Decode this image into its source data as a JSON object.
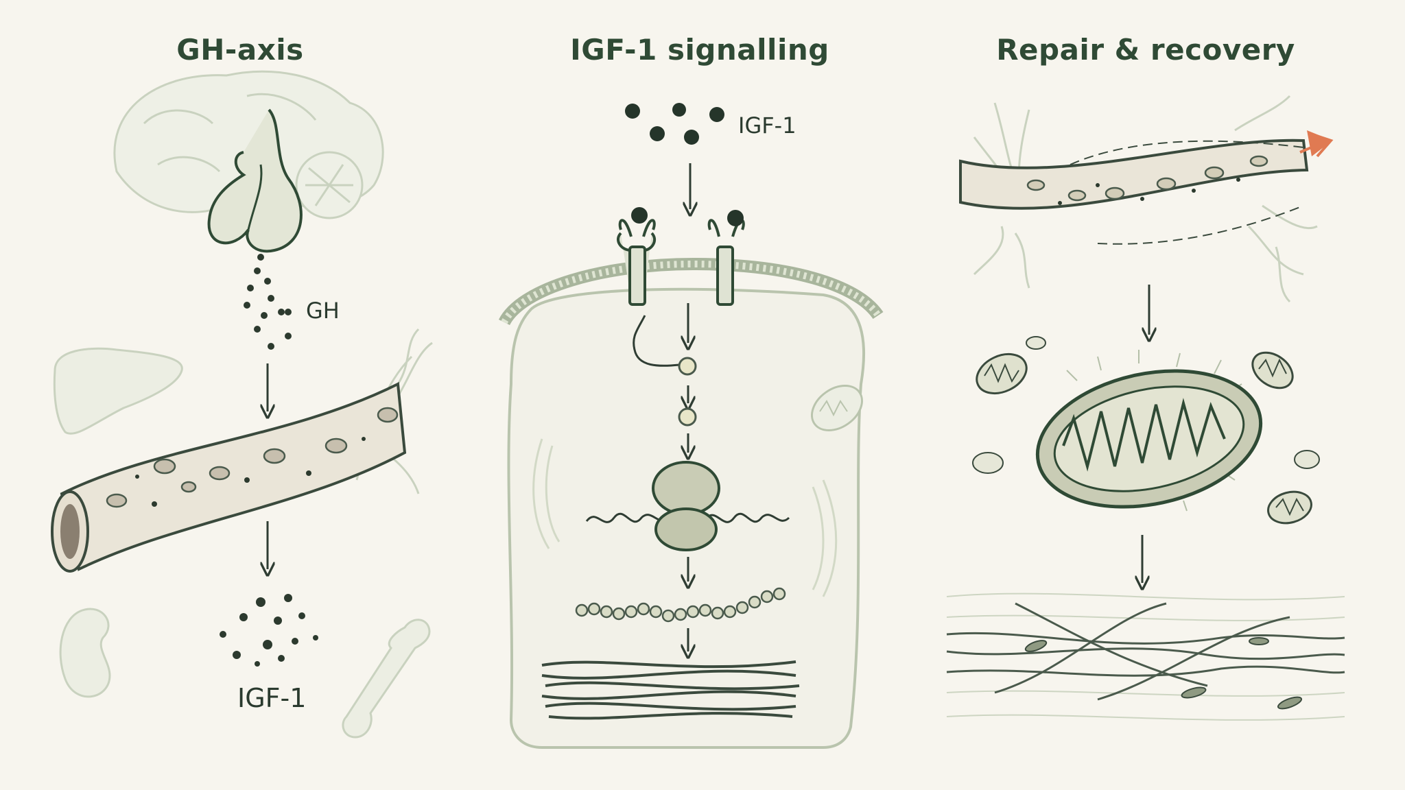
{
  "panels": [
    {
      "title": "GH-axis"
    },
    {
      "title": "IGF-1 signalling"
    },
    {
      "title": "Repair & recovery"
    }
  ],
  "labels": {
    "gh": "GH",
    "igf1_top": "IGF-1",
    "igf1_bottom": "IGF-1"
  },
  "colors": {
    "background": "#f7f5ee",
    "ink": "#2f4a35",
    "faint": "#c9d2bf",
    "fill": "#dfe3d3",
    "accent": "#e07a52"
  }
}
